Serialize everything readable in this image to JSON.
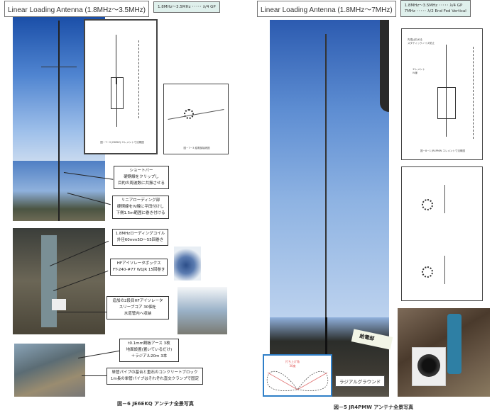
{
  "left": {
    "title": "Linear Loading Antenna (1.8MHz～3.5MHz)",
    "subtitle": "1.8MHz～3.5MHz ･････ λ/4 GP",
    "diagram_caption": "図－7－2 JE6EKQ エレメント寸法概図",
    "diagram2_caption": "図－7－3 給電部接続図",
    "callouts": [
      [
        "ショートバー",
        "硬銅線をクリップし",
        "目的の周波数に共振させる"
      ],
      [
        "リニアローディング部",
        "硬銅線をIV線に平田付けし",
        "下側1.5m範囲に巻き付ける"
      ],
      [
        "1.8MHzローディングコイル",
        "外径60mm5D～55回巻き"
      ],
      [
        "HFアイソレータボックス",
        "FT-240-#77 W1JR 15回巻き"
      ],
      [
        "追加の2段目HFアイソレータ",
        "スリーブコア 30個を",
        "水道管内へ収納"
      ],
      [
        "t0.1mm銅板アース 3枚",
        "地面設置(置いているだけ)",
        "＋ラジアル20m 3本"
      ],
      [
        "単管パイプの基台と重石のコンクリートブロック",
        "1m長の単管パイプはそれぞれ直交クランプで固定"
      ]
    ],
    "caption": "図－6 JE6EKQ アンテナ全景写真"
  },
  "right": {
    "title": "Linear Loading Antenna (1.8MHz～7MHz)",
    "subtitle_lines": [
      "1.8MHz～3.5MHz ･････ λ/4 GP",
      "7MHz ･････ λ/2 End Fed Vertical"
    ],
    "diagram_caption": "図－8－1 JR4PMW エレメント寸法概図",
    "diagram_labels": [
      "先端は丸める",
      "スタティックノイズ防止",
      "エレメント",
      "IV線"
    ],
    "feed_label": "給電部",
    "radial_label": "ラジアルグラウンド",
    "polar_label": [
      "打ち上げ角",
      "30度"
    ],
    "caption": "図－5 JR4PMW アンテナ全景写真"
  }
}
